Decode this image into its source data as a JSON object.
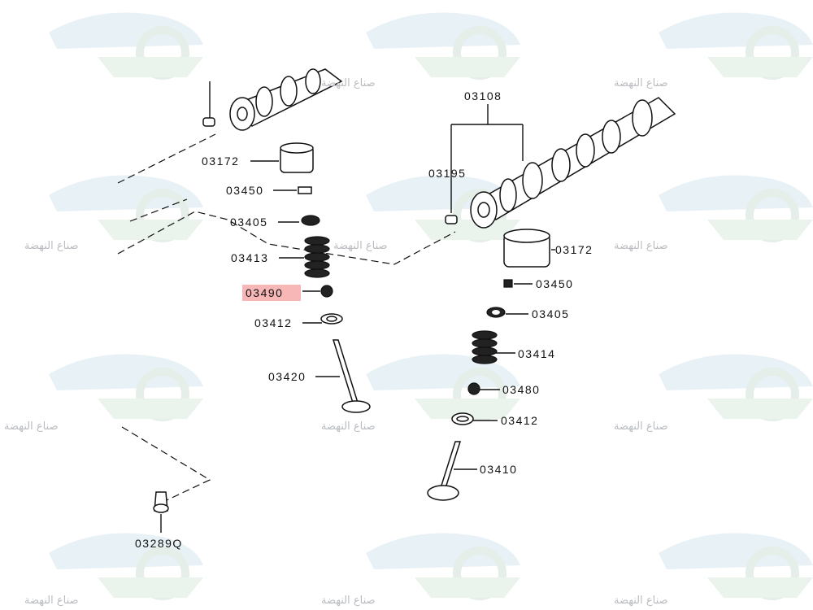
{
  "watermark": {
    "text": "صناع النهضة"
  },
  "highlight_color": "#f7b7b7",
  "labels": {
    "l03172": "03172",
    "l03450": "03450",
    "l03405": "03405",
    "l03413": "03413",
    "l03490": "03490",
    "l03412": "03412",
    "l03420": "03420",
    "l03289Q": "03289Q",
    "r03108": "03108",
    "r03195": "03195",
    "r03172": "03172",
    "r03450": "03450",
    "r03405": "03405",
    "r03414": "03414",
    "r03480": "03480",
    "r03412": "03412",
    "r03410": "03410"
  }
}
